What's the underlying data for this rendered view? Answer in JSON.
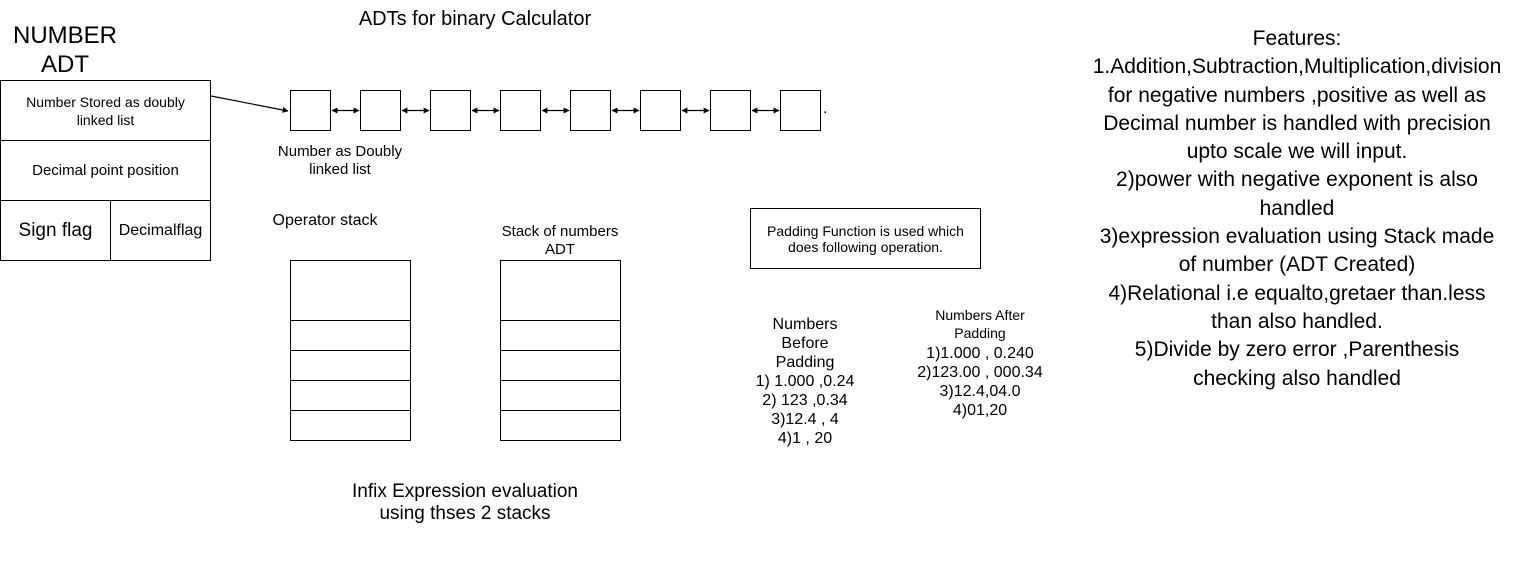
{
  "diagram": {
    "title": "ADTs for binary Calculator",
    "number_adt": {
      "heading_line1": "NUMBER",
      "heading_line2": "ADT",
      "row_doubly_linked": "Number Stored as doubly linked list",
      "row_decimal_position": "Decimal point position",
      "sign_flag": "Sign flag",
      "decimal_flag": "Decimalflag"
    },
    "linked_list": {
      "node_count": 8,
      "trailing_mark": ".",
      "caption": "Number as Doubly linked list"
    },
    "operator_stack": {
      "label": "Operator stack",
      "slots": 5
    },
    "number_stack": {
      "label": "Stack of numbers ADT",
      "slots": 5
    },
    "infix_caption": "Infix Expression evaluation using thses 2 stacks",
    "padding_note": "Padding Function is used which does following operation.",
    "before_padding": {
      "heading": "Numbers Before Padding",
      "items": [
        "1)  1.000 ,0.24",
        "2) 123 ,0.34",
        "3)12.4 , 4",
        "4)1 , 20"
      ]
    },
    "after_padding": {
      "heading": "Numbers After Padding",
      "items": [
        "1)1.000 , 0.240",
        "2)123.00 , 000.34",
        "3)12.4,04.0",
        "4)01,20"
      ]
    },
    "features": {
      "heading": "Features:",
      "lines": [
        "1.Addition,Subtraction,Multiplication,division",
        "for  negative numbers ,positive as well as",
        "Decimal number is handled with precision",
        "upto scale we will input.",
        "2)power with negative exponent is also",
        "handled",
        "3)expression evaluation using Stack made",
        "of number (ADT Created)",
        "4)Relational i.e equalto,gretaer than.less",
        "than also handled.",
        "5)Divide by zero error ,Parenthesis",
        "checking also handled"
      ]
    }
  }
}
